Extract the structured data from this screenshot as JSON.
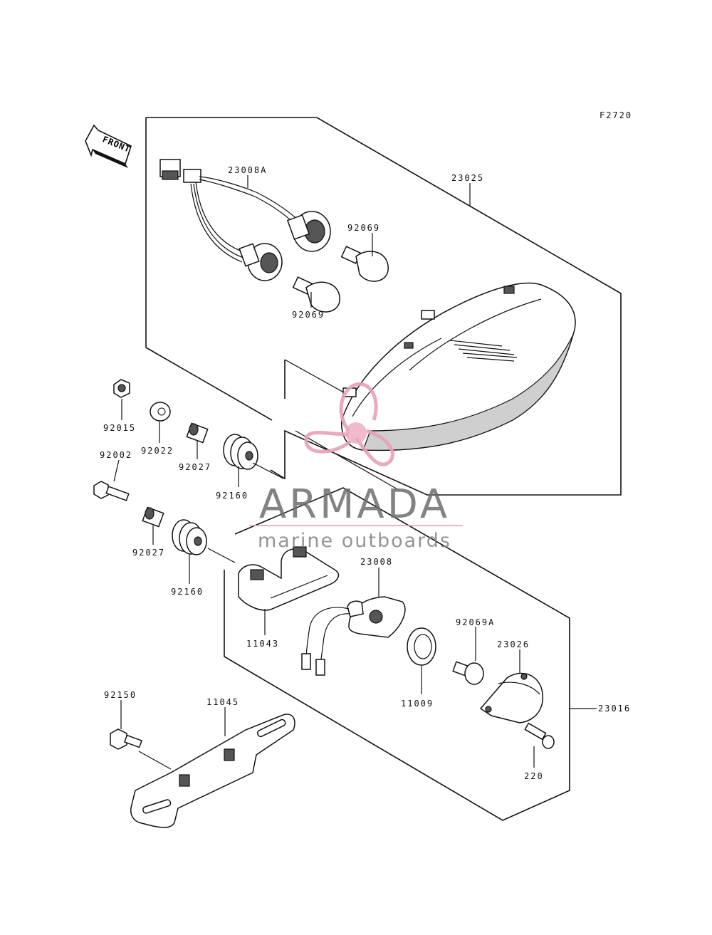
{
  "figure_code": "F2720",
  "front_label": "FRONT",
  "watermark": {
    "brand": "ARMADA",
    "tagline": "marine outboards",
    "logo_icon": "propeller-logo-icon",
    "accent_color": "#e8a0b8"
  },
  "parts": [
    {
      "id": "p23008a",
      "label": "23008A"
    },
    {
      "id": "p23025",
      "label": "23025"
    },
    {
      "id": "p92069_top",
      "label": "92069"
    },
    {
      "id": "p92069_low",
      "label": "92069"
    },
    {
      "id": "p92015",
      "label": "92015"
    },
    {
      "id": "p92022",
      "label": "92022"
    },
    {
      "id": "p92002",
      "label": "92002"
    },
    {
      "id": "p92027_a",
      "label": "92027"
    },
    {
      "id": "p92160_a",
      "label": "92160"
    },
    {
      "id": "p92027_b",
      "label": "92027"
    },
    {
      "id": "p92160_b",
      "label": "92160"
    },
    {
      "id": "p23008",
      "label": "23008"
    },
    {
      "id": "p11043",
      "label": "11043"
    },
    {
      "id": "p92069a",
      "label": "92069A"
    },
    {
      "id": "p23026",
      "label": "23026"
    },
    {
      "id": "p11009",
      "label": "11009"
    },
    {
      "id": "p23016",
      "label": "23016"
    },
    {
      "id": "p92150",
      "label": "92150"
    },
    {
      "id": "p11045",
      "label": "11045"
    },
    {
      "id": "p220",
      "label": "220"
    }
  ]
}
